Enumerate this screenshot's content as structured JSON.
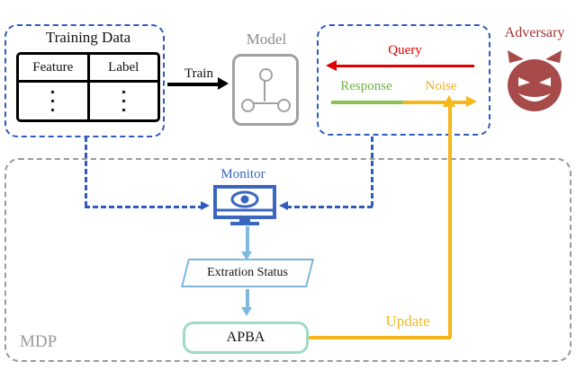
{
  "diagram": {
    "title": "Model extraction defense MDP diagram",
    "training_group": {
      "name": "training-data-group",
      "title": "Training Data",
      "table": {
        "columns": [
          "Feature",
          "Label"
        ],
        "rows": [
          [
            "vertical-ellipsis",
            "vertical-ellipsis"
          ]
        ]
      }
    },
    "train_edge": {
      "label": "Train",
      "color": "#000000"
    },
    "model": {
      "title": "Model",
      "icon": "model-graph-icon",
      "color": "#8c8c8c"
    },
    "channel_group": {
      "name": "adversary-channel-group",
      "edges": [
        {
          "label": "Query",
          "color": "#e00000",
          "direction": "left"
        },
        {
          "label": "Response",
          "color": "#72b043",
          "direction": "right"
        },
        {
          "label": "Noise",
          "color": "#f0ad1f",
          "direction": "right"
        }
      ]
    },
    "adversary": {
      "label": "Adversary",
      "icon": "devil-face-icon",
      "color": "#a03232"
    },
    "mdp_group": {
      "name": "mdp-group",
      "label": "MDP",
      "color": "#9a9a9a"
    },
    "monitor": {
      "title": "Monitor",
      "icon": "monitor-eye-icon",
      "color": "#3a66c0"
    },
    "extration_status": {
      "label": "Extration Status",
      "color": "#7bb6d9"
    },
    "apba": {
      "label": "APBA",
      "color": "#9fd9c8"
    },
    "update_edge": {
      "label": "Update",
      "color": "#f5b719"
    }
  }
}
